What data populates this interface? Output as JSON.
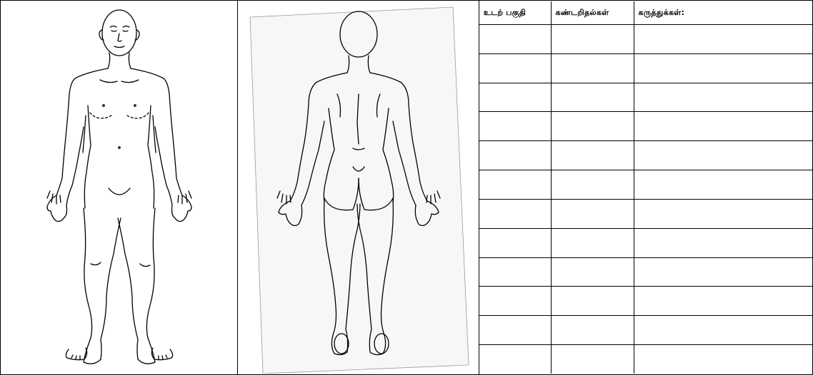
{
  "table": {
    "headers": [
      "உடற் பகுதி",
      "கண்டறிதல்கள்",
      "கருத்துக்கள்:"
    ],
    "rows": [
      [
        "",
        "",
        ""
      ],
      [
        "",
        "",
        ""
      ],
      [
        "",
        "",
        ""
      ],
      [
        "",
        "",
        ""
      ],
      [
        "",
        "",
        ""
      ],
      [
        "",
        "",
        ""
      ],
      [
        "",
        "",
        ""
      ],
      [
        "",
        "",
        ""
      ],
      [
        "",
        "",
        ""
      ],
      [
        "",
        "",
        ""
      ],
      [
        "",
        "",
        ""
      ],
      [
        "",
        "",
        ""
      ]
    ]
  }
}
